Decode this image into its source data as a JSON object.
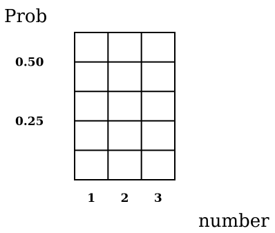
{
  "chart_data": {
    "type": "bar",
    "title": "",
    "ylabel": "Prob",
    "xlabel": "number",
    "categories": [
      "1",
      "2",
      "3"
    ],
    "series": [],
    "ylim": [
      0,
      0.625
    ],
    "y_ticks": [
      {
        "value": 0.25,
        "label": "0.25"
      },
      {
        "value": 0.5,
        "label": "0.50"
      }
    ],
    "gridlines": [
      0.125,
      0.25,
      0.375,
      0.5,
      0.625
    ],
    "grid": true,
    "grid_color": "#000000"
  }
}
